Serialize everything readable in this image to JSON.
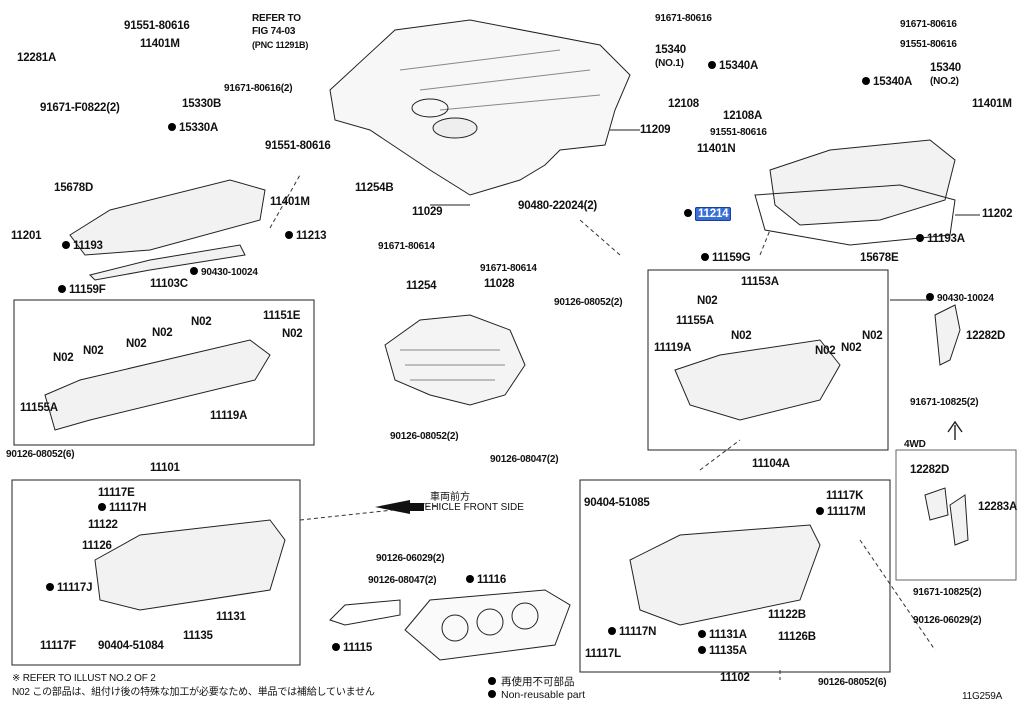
{
  "diagram_id": "11G259A",
  "refer": {
    "line1": "REFER TO",
    "line2": "FIG 74-03",
    "line3": "(PNC 11291B)"
  },
  "vehicle_front": {
    "jp": "車両前方",
    "en": "VEHICLE FRONT SIDE"
  },
  "variant_4wd": "4WD",
  "footnotes": {
    "note1": "※ REFER TO ILLUST NO.2 OF 2",
    "note2": "N02 この部品は、組付け後の特殊な加工が必要なため、単品では補給していません"
  },
  "legend": {
    "jp": "再使用不可部品",
    "en": "Non-reusable part"
  },
  "labels": {
    "l91551_top": "91551-80616",
    "l11401m_top": "11401M",
    "l12281a": "12281A",
    "l91671_f0822": "91671-F0822(2)",
    "l91671_80616_2": "91671-80616(2)",
    "l15330b": "15330B",
    "l15330a": "15330A",
    "l91551_80616_b": "91551-80616",
    "l11401m_b": "11401M",
    "l15678d": "15678D",
    "l11201": "11201",
    "l11193": "11193",
    "l11213": "11213",
    "l90430_10024_a": "90430-10024",
    "l11159f": "11159F",
    "l11103c": "11103C",
    "l11151e": "11151E",
    "l11155a_l": "11155A",
    "l11119a_l": "11119A",
    "l11209": "11209",
    "l90480": "90480-22024(2)",
    "l11254b": "11254B",
    "l11029": "11029",
    "l91671_80614_a": "91671-80614",
    "l91671_80614_b": "91671-80614",
    "l11028": "11028",
    "l11254": "11254",
    "l90126_08052_2a": "90126-08052(2)",
    "l90126_08052_2b": "90126-08052(2)",
    "l90126_08052_6a": "90126-08052(6)",
    "l11101": "11101",
    "l11117e": "11117E",
    "l11117h": "11117H",
    "l11122": "11122",
    "l11126": "11126",
    "l11117j": "11117J",
    "l11117f": "11117F",
    "l90404_51084": "90404-51084",
    "l11135": "11135",
    "l11131": "11131",
    "l90126_06029_2a": "90126-06029(2)",
    "l90126_08047_2a": "90126-08047(2)",
    "l90126_08047_2b": "90126-08047(2)",
    "l11116": "11116",
    "l11115": "11115",
    "l91671_80616_r1": "91671-80616",
    "l91671_80616_r2": "91671-80616",
    "l91551_80616_r": "91551-80616",
    "l15340_no1": "15340",
    "l15340_no1_sub": "(NO.1)",
    "l15340a_l": "15340A",
    "l15340_no2": "15340",
    "l15340_no2_sub": "(NO.2)",
    "l15340a_r": "15340A",
    "l12108": "12108",
    "l12108a": "12108A",
    "l91551_80616_m": "91551-80616",
    "l11401n": "11401N",
    "l11401m_r": "11401M",
    "l11214": "11214",
    "l11202": "11202",
    "l11193a": "11193A",
    "l11159g": "11159G",
    "l15678e": "15678E",
    "l11153a": "11153A",
    "l11155a_r": "11155A",
    "l11119a_r": "11119A",
    "l11104a": "11104A",
    "l90430_10024_b": "90430-10024",
    "l12282d_a": "12282D",
    "l91671_10825_a": "91671-10825(2)",
    "l12282d_b": "12282D",
    "l12283a": "12283A",
    "l91671_10825_b": "91671-10825(2)",
    "l90126_06029_2b": "90126-06029(2)",
    "l90126_08052_6b": "90126-08052(6)",
    "l11102": "11102",
    "l90404_51085": "90404-51085",
    "l11117k": "11117K",
    "l11117m": "11117M",
    "l11117n": "11117N",
    "l11117l": "11117L",
    "l11122b": "11122B",
    "l11126b": "11126B",
    "l11131a": "11131A",
    "l11135a": "11135A",
    "n02": "N02"
  }
}
